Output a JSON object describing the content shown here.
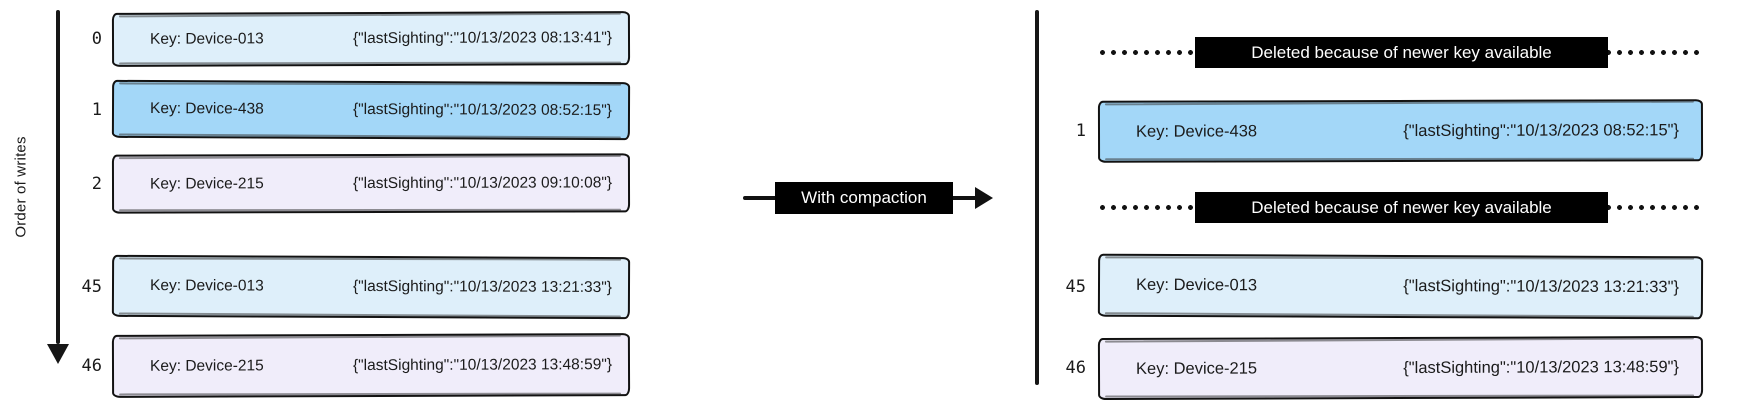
{
  "axis": {
    "label": "Order of writes"
  },
  "compaction_arrow": {
    "label": "With compaction"
  },
  "colors": {
    "record_light_blue": "#deeffa",
    "record_blue": "#a3d7f8",
    "record_lavender": "#f0edfa",
    "stroke": "#121212",
    "label_bg": "#000000",
    "label_text": "#ffffff"
  },
  "before": {
    "rows": [
      {
        "offset": "0",
        "key": "Key: Device-013",
        "value": "{\"lastSighting\":\"10/13/2023 08:13:41\"}"
      },
      {
        "offset": "1",
        "key": "Key: Device-438",
        "value": "{\"lastSighting\":\"10/13/2023 08:52:15\"}"
      },
      {
        "offset": "2",
        "key": "Key: Device-215",
        "value": "{\"lastSighting\":\"10/13/2023 09:10:08\"}"
      },
      {
        "offset": "45",
        "key": "Key: Device-013",
        "value": "{\"lastSighting\":\"10/13/2023 13:21:33\"}"
      },
      {
        "offset": "46",
        "key": "Key: Device-215",
        "value": "{\"lastSighting\":\"10/13/2023 13:48:59\"}"
      }
    ]
  },
  "after": {
    "deleted_rows": [
      {
        "label": "Deleted because of newer key available"
      },
      {
        "label": "Deleted because of newer key available"
      }
    ],
    "rows": [
      {
        "offset": "1",
        "key": "Key: Device-438",
        "value": "{\"lastSighting\":\"10/13/2023 08:52:15\"}"
      },
      {
        "offset": "45",
        "key": "Key: Device-013",
        "value": "{\"lastSighting\":\"10/13/2023 13:21:33\"}"
      },
      {
        "offset": "46",
        "key": "Key: Device-215",
        "value": "{\"lastSighting\":\"10/13/2023 13:48:59\"}"
      }
    ]
  }
}
